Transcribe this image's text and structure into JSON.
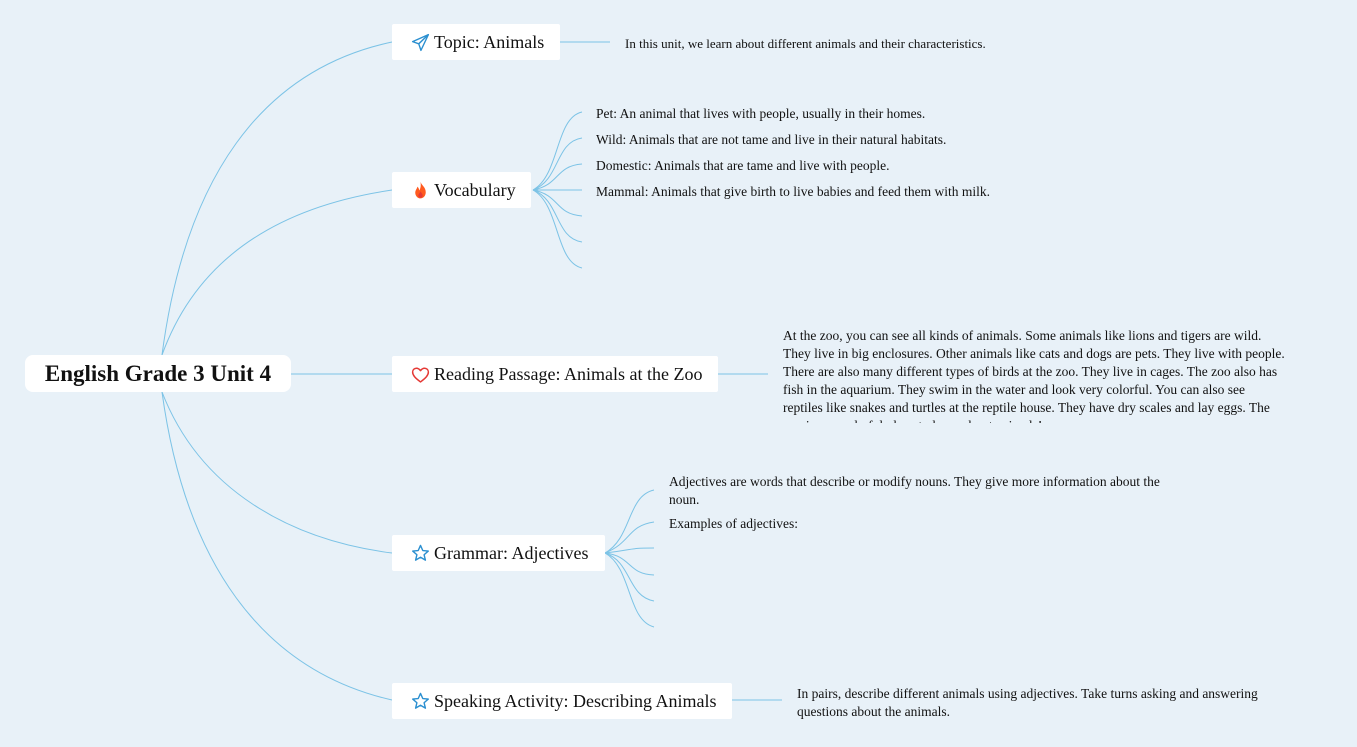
{
  "root": {
    "title": "English Grade 3 Unit 4"
  },
  "topics": {
    "topic": {
      "label": "Topic: Animals",
      "icon": "paper-plane-icon",
      "detail": "In this unit, we learn about different animals and their characteristics."
    },
    "vocabulary": {
      "label": "Vocabulary",
      "icon": "fire-icon",
      "items": [
        "Pet: An animal that lives with people, usually in their homes.",
        "Wild: Animals that are not tame and live in their natural habitats.",
        "Domestic: Animals that are tame and live with people.",
        "Mammal: Animals that give birth to live babies and feed them with milk."
      ]
    },
    "reading": {
      "label": "Reading Passage: Animals at the Zoo",
      "icon": "heart-icon",
      "passage": "At the zoo, you can see all kinds of animals. Some animals like lions and tigers are wild. They live in big enclosures. Other animals like cats and dogs are pets. They live with people. There are also many different types of birds at the zoo. They live in cages. The zoo also has fish in the aquarium. They swim in the water and look very colorful. You can also see reptiles like snakes and turtles at the reptile house. They have dry scales and lay eggs. The zoo is a wonderful place to learn about animals!"
    },
    "grammar": {
      "label": "Grammar: Adjectives",
      "icon": "star-icon",
      "items": [
        "Adjectives are words that describe or modify nouns. They give more information about the noun.",
        "Examples of adjectives:"
      ]
    },
    "speaking": {
      "label": "Speaking Activity: Describing Animals",
      "icon": "star-icon",
      "detail": "In pairs, describe different animals using adjectives. Take turns asking and answering questions about the animals."
    }
  },
  "colors": {
    "background": "#e8f1f8",
    "connector": "#7cc3e6",
    "icon_blue": "#2a8fd0",
    "icon_red": "#e53935",
    "fire_orange": "#ff5a1f"
  }
}
